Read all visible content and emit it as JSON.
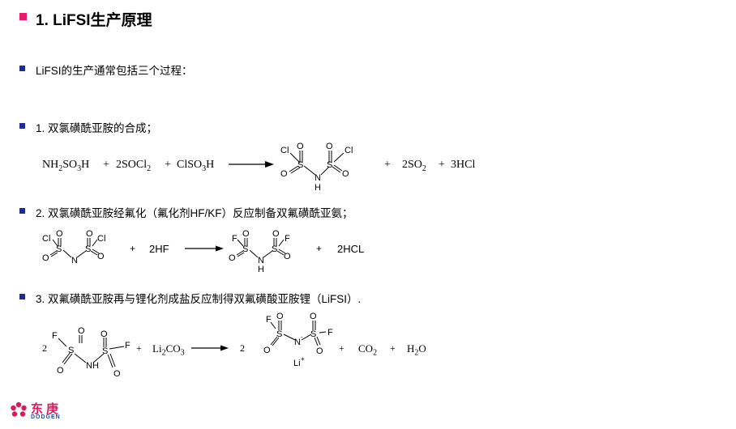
{
  "title": "1. LiFSI生产原理",
  "intro": "LiFSI的生产通常包括三个过程：",
  "steps": [
    "1. 双氯磺酰亚胺的合成；",
    "2. 双氯磺酰亚胺经氟化（氟化剂HF/KF）反应制备双氟磺酰亚氨；",
    "3. 双氟磺酰亚胺再与锂化剂成盐反应制得双氟磺酸亚胺锂（LiFSI）."
  ],
  "reaction1": {
    "reactant_a": "NH2SO3H",
    "plus1": "+",
    "reactant_b": "2SOCl2",
    "plus2": "+",
    "reactant_c": "ClSO3H",
    "plus3": "+",
    "byproduct1": "2SO2",
    "plus4": "+",
    "byproduct2": "3HCl"
  },
  "reaction2": {
    "plus1": "+",
    "reagent": "2HF",
    "plus2": "+",
    "byproduct": "2HCL"
  },
  "reaction3": {
    "coef_reactant": "2",
    "plus1": "+",
    "reagent": "Li2CO3",
    "coef_product": "2",
    "cation": "Li",
    "plus2": "+",
    "byproduct1": "CO2",
    "plus3": "+",
    "byproduct2": "H2O"
  },
  "atoms": {
    "Cl": "Cl",
    "F": "F",
    "S": "S",
    "O": "O",
    "N": "N",
    "H": "H"
  },
  "logo": {
    "text": "东庚",
    "subtext": "DODGEN"
  },
  "colors": {
    "accent_pink": "#e8186d",
    "bullet_blue": "#1f2d8f",
    "logo_pink": "#d81b60",
    "logo_blue": "#1f4fa0"
  }
}
